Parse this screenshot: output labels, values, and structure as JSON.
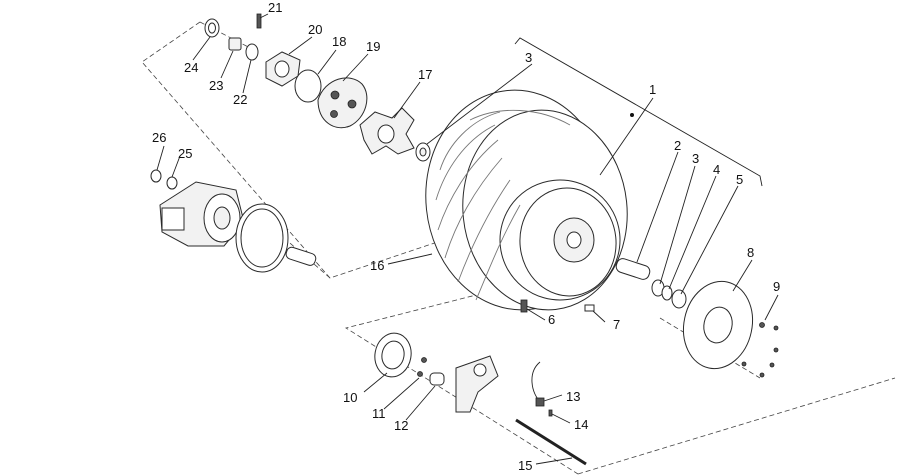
{
  "labels": [
    {
      "id": "p1",
      "text": "1"
    },
    {
      "id": "p2",
      "text": "2"
    },
    {
      "id": "p3a",
      "text": "3"
    },
    {
      "id": "p3b",
      "text": "3"
    },
    {
      "id": "p4",
      "text": "4"
    },
    {
      "id": "p5",
      "text": "5"
    },
    {
      "id": "p6",
      "text": "6"
    },
    {
      "id": "p7",
      "text": "7"
    },
    {
      "id": "p8",
      "text": "8"
    },
    {
      "id": "p9",
      "text": "9"
    },
    {
      "id": "p10",
      "text": "10"
    },
    {
      "id": "p11",
      "text": "11"
    },
    {
      "id": "p12",
      "text": "12"
    },
    {
      "id": "p13",
      "text": "13"
    },
    {
      "id": "p14",
      "text": "14"
    },
    {
      "id": "p15",
      "text": "15"
    },
    {
      "id": "p16",
      "text": "16"
    },
    {
      "id": "p17",
      "text": "17"
    },
    {
      "id": "p18",
      "text": "18"
    },
    {
      "id": "p19",
      "text": "19"
    },
    {
      "id": "p20",
      "text": "20"
    },
    {
      "id": "p21",
      "text": "21"
    },
    {
      "id": "p22",
      "text": "22"
    },
    {
      "id": "p23",
      "text": "23"
    },
    {
      "id": "p24",
      "text": "24"
    },
    {
      "id": "p25",
      "text": "25"
    },
    {
      "id": "p26",
      "text": "26"
    }
  ]
}
